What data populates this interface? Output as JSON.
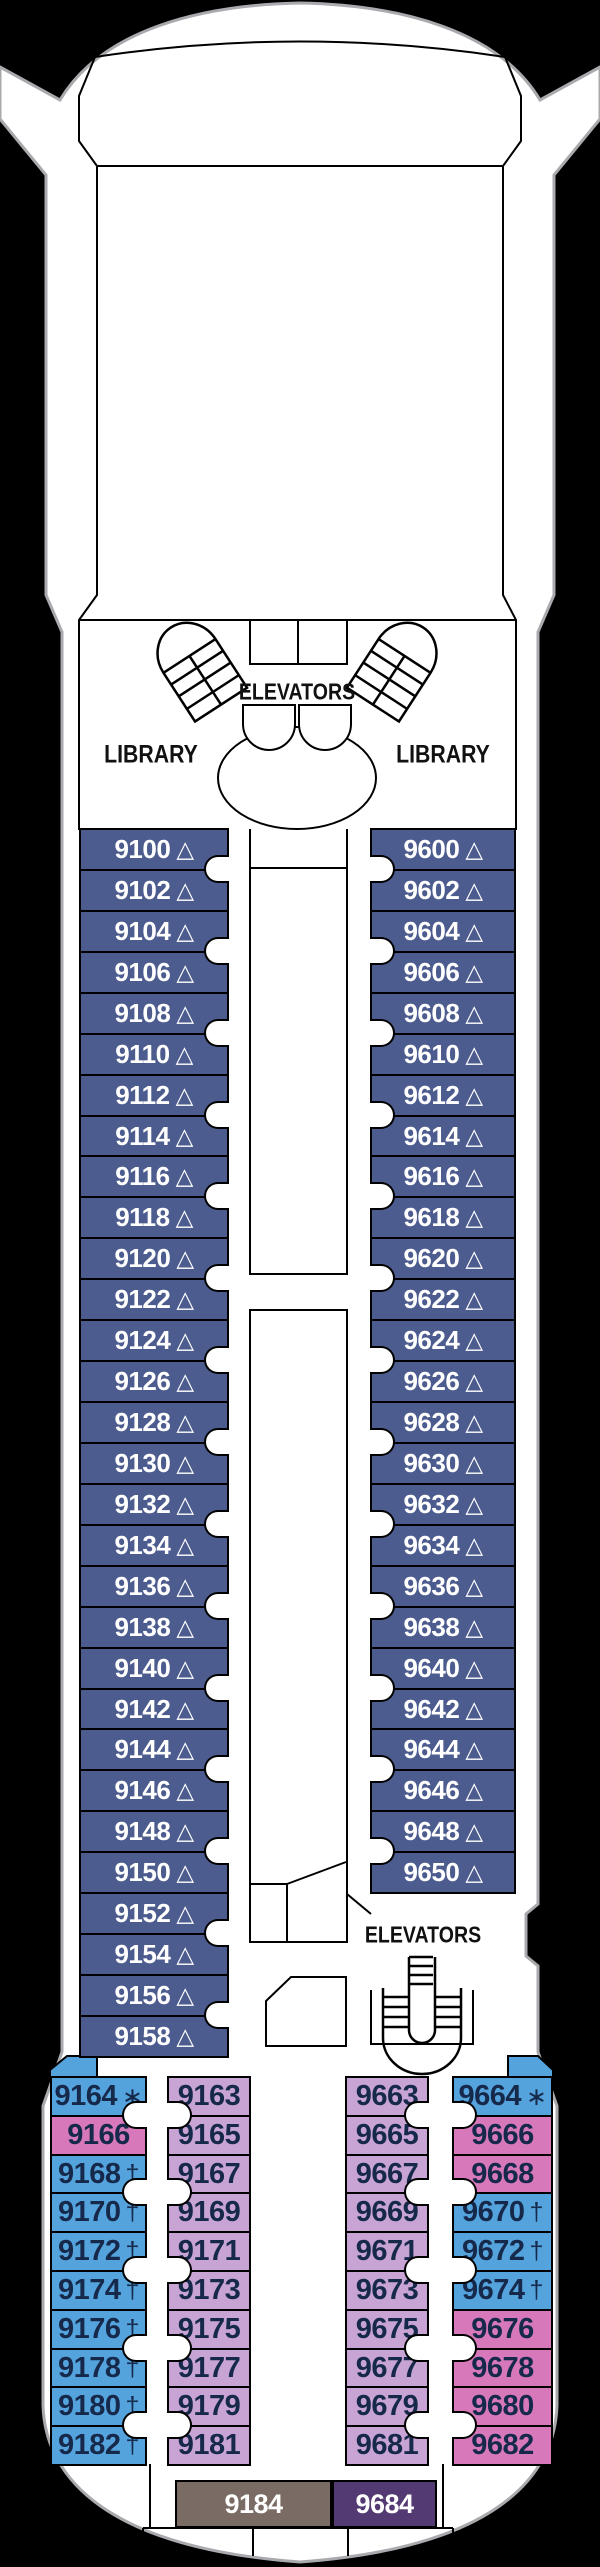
{
  "title": "Deck plan",
  "labels": {
    "elevators_forward": "ELEVATORS",
    "library_left": "LIBRARY",
    "library_right": "LIBRARY",
    "elevators_aft": "ELEVATORS"
  },
  "symbols": {
    "triangle": "△",
    "dagger": "†",
    "asterisk": "∗"
  },
  "colors": {
    "background": "#000000",
    "hull_fill": "#ffffff",
    "hull_outline": "#a8aaad",
    "line": "#000000",
    "cabin_navy": "#4d5c8e",
    "cabin_blue": "#54a3dd",
    "cabin_pink": "#d678ba",
    "cabin_purple": "#c8a4d4",
    "cabin_brown": "#7a6c64",
    "cabin_darkpurple": "#533a72",
    "label_light": "#ffffff",
    "label_dark": "#16294b"
  },
  "sections": {
    "upper_left": {
      "symbol": "△",
      "color": "navy",
      "numbers": [
        "9100",
        "9102",
        "9104",
        "9106",
        "9108",
        "9110",
        "9112",
        "9114",
        "9116",
        "9118",
        "9120",
        "9122",
        "9124",
        "9126",
        "9128",
        "9130",
        "9132",
        "9134",
        "9136",
        "9138",
        "9140",
        "9142",
        "9144",
        "9146",
        "9148",
        "9150",
        "9152",
        "9154",
        "9156",
        "9158"
      ]
    },
    "upper_right": {
      "symbol": "△",
      "color": "navy",
      "numbers": [
        "9600",
        "9602",
        "9604",
        "9606",
        "9608",
        "9610",
        "9612",
        "9614",
        "9616",
        "9618",
        "9620",
        "9622",
        "9624",
        "9626",
        "9628",
        "9630",
        "9632",
        "9634",
        "9636",
        "9638",
        "9640",
        "9642",
        "9644",
        "9646",
        "9648",
        "9650"
      ]
    },
    "lower_outer_left": {
      "cabins": [
        {
          "n": "9164",
          "sym": "∗",
          "c": "blue"
        },
        {
          "n": "9166",
          "c": "pink"
        },
        {
          "n": "9168",
          "sym": "†",
          "c": "blue"
        },
        {
          "n": "9170",
          "sym": "†",
          "c": "blue"
        },
        {
          "n": "9172",
          "sym": "†",
          "c": "blue"
        },
        {
          "n": "9174",
          "sym": "†",
          "c": "blue"
        },
        {
          "n": "9176",
          "sym": "†",
          "c": "blue"
        },
        {
          "n": "9178",
          "sym": "†",
          "c": "blue"
        },
        {
          "n": "9180",
          "sym": "†",
          "c": "blue"
        },
        {
          "n": "9182",
          "sym": "†",
          "c": "blue"
        }
      ]
    },
    "lower_inner_left": {
      "cabins": [
        {
          "n": "9163",
          "c": "purple"
        },
        {
          "n": "9165",
          "c": "purple"
        },
        {
          "n": "9167",
          "c": "purple"
        },
        {
          "n": "9169",
          "c": "purple"
        },
        {
          "n": "9171",
          "c": "purple"
        },
        {
          "n": "9173",
          "c": "purple"
        },
        {
          "n": "9175",
          "c": "purple"
        },
        {
          "n": "9177",
          "c": "purple"
        },
        {
          "n": "9179",
          "c": "purple"
        },
        {
          "n": "9181",
          "c": "purple"
        }
      ]
    },
    "lower_inner_right": {
      "cabins": [
        {
          "n": "9663",
          "c": "purple"
        },
        {
          "n": "9665",
          "c": "purple"
        },
        {
          "n": "9667",
          "c": "purple"
        },
        {
          "n": "9669",
          "c": "purple"
        },
        {
          "n": "9671",
          "c": "purple"
        },
        {
          "n": "9673",
          "c": "purple"
        },
        {
          "n": "9675",
          "c": "purple"
        },
        {
          "n": "9677",
          "c": "purple"
        },
        {
          "n": "9679",
          "c": "purple"
        },
        {
          "n": "9681",
          "c": "purple"
        }
      ]
    },
    "lower_outer_right": {
      "cabins": [
        {
          "n": "9664",
          "sym": "∗",
          "c": "blue"
        },
        {
          "n": "9666",
          "c": "pink"
        },
        {
          "n": "9668",
          "c": "pink"
        },
        {
          "n": "9670",
          "sym": "†",
          "c": "blue"
        },
        {
          "n": "9672",
          "sym": "†",
          "c": "blue"
        },
        {
          "n": "9674",
          "sym": "†",
          "c": "blue"
        },
        {
          "n": "9676",
          "c": "pink"
        },
        {
          "n": "9678",
          "c": "pink"
        },
        {
          "n": "9680",
          "c": "pink"
        },
        {
          "n": "9682",
          "c": "pink"
        }
      ]
    },
    "stern": {
      "cabins": [
        {
          "n": "9184",
          "c": "brown"
        },
        {
          "n": "9684",
          "c": "darkpurple"
        }
      ]
    }
  }
}
